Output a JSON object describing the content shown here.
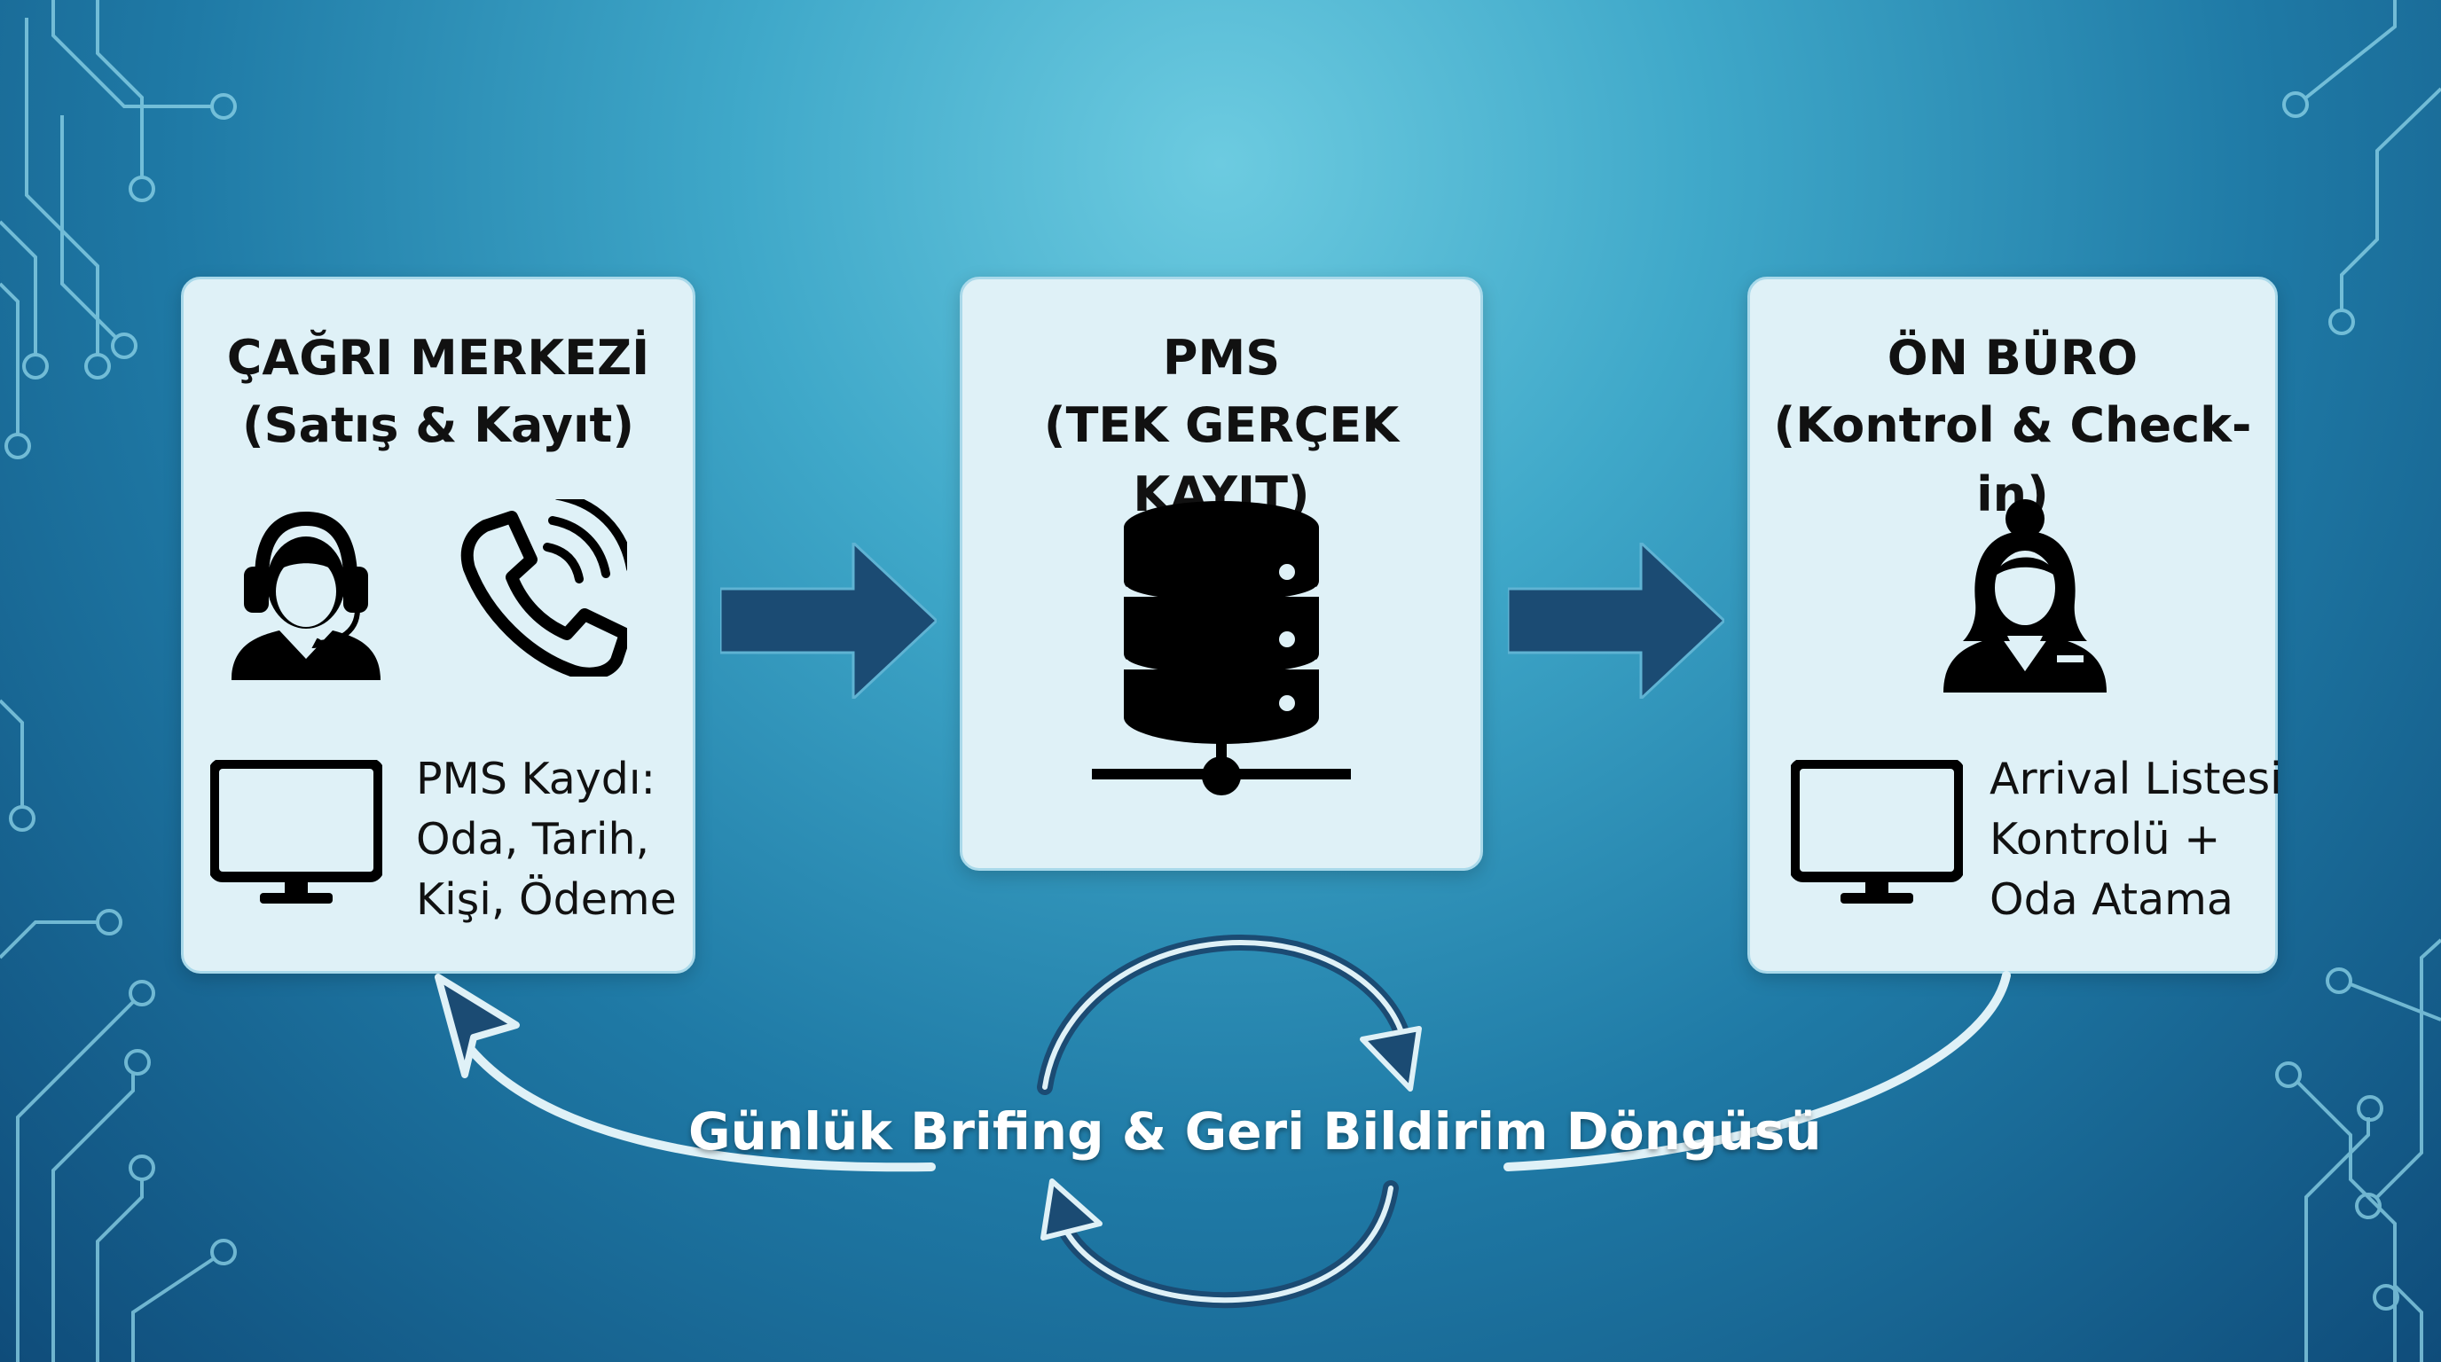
{
  "colors": {
    "background_top": "#6ccbe0",
    "background_bottom": "#0f4c7a",
    "box_fill": "#dff1f7",
    "arrow_fill": "#1b4b73",
    "loop_arrow": "#dff1f7",
    "circuit_lines": "#8fd6ea"
  },
  "stages": [
    {
      "title_line1": "ÇAĞRI MERKEZİ",
      "title_line2": "(Satış & Kayıt)",
      "icons": [
        "headset-agent-icon",
        "phone-ringing-icon",
        "monitor-icon"
      ],
      "desc": [
        "PMS Kaydı:",
        "Oda, Tarih,",
        "Kişi, Ödeme"
      ]
    },
    {
      "title_line1": "PMS",
      "title_line2": "(TEK GERÇEK KAYIT)",
      "icons": [
        "database-server-icon"
      ]
    },
    {
      "title_line1": "ÖN BÜRO",
      "title_line2": "(Kontrol & Check-in)",
      "icons": [
        "receptionist-icon",
        "monitor-icon"
      ],
      "desc": [
        "Arrival Listesi",
        "Kontrolü +",
        "Oda Atama"
      ]
    }
  ],
  "feedback_loop": {
    "label": "Günlük Brifing & Geri Bildirim Döngüsü",
    "icons": [
      "cycle-arrows-icon"
    ]
  }
}
